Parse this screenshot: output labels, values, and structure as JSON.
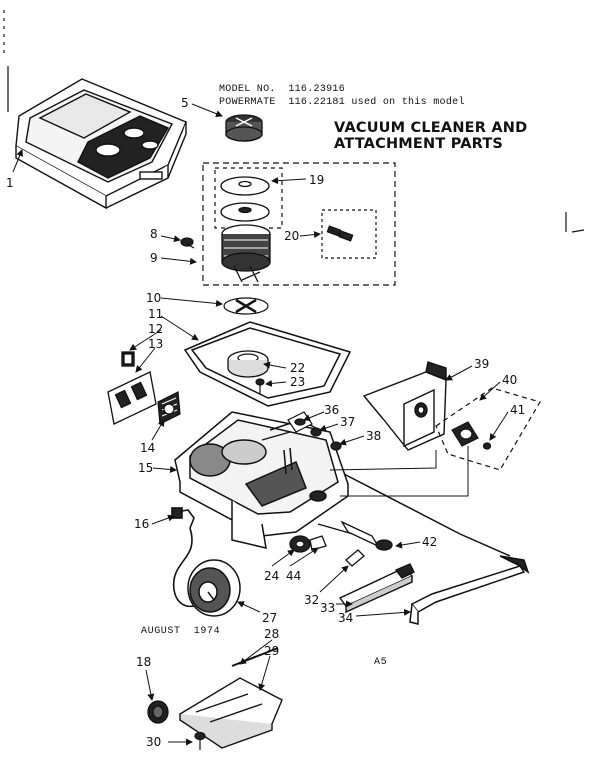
{
  "header": {
    "model_label": "MODEL NO.",
    "model_number": "116.23916",
    "powermate_label": "POWERMATE",
    "powermate_text": "116.22181 used on this model"
  },
  "title": {
    "line1": "VACUUM CLEANER AND",
    "line2": "ATTACHMENT PARTS"
  },
  "date_note": "AUGUST  1974",
  "page_code": "A5",
  "callouts": [
    "1",
    "5",
    "19",
    "8",
    "20",
    "9",
    "10",
    "11",
    "12",
    "13",
    "22",
    "23",
    "39",
    "40",
    "41",
    "36",
    "37",
    "38",
    "14",
    "15",
    "16",
    "42",
    "24",
    "44",
    "32",
    "33",
    "34",
    "27",
    "28",
    "29",
    "18",
    "30"
  ]
}
